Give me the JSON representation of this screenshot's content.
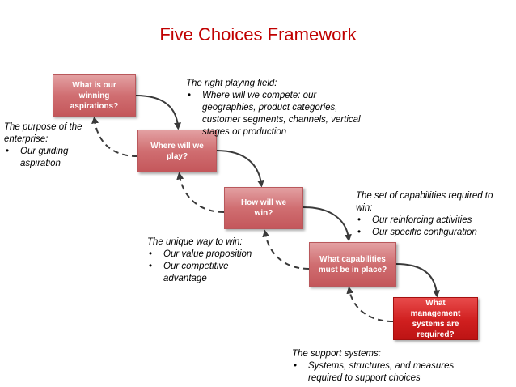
{
  "title": "Five Choices Framework",
  "boxes": {
    "aspirations": "What is our winning aspirations?",
    "where_play": "Where will we play?",
    "how_win": "How will we win?",
    "capabilities": "What capabilities must be in place?",
    "systems": "What management systems are required?"
  },
  "notes": {
    "purpose": {
      "head": "The purpose of the enterprise:",
      "items": [
        "Our guiding aspiration"
      ]
    },
    "playing_field": {
      "head": "The right playing field:",
      "items": [
        "Where will we compete: our geographies, product categories, customer segments, channels, vertical stages or production"
      ]
    },
    "capabilities": {
      "head": "The set of capabilities required to win:",
      "items": [
        "Our reinforcing activities",
        "Our specific configuration"
      ]
    },
    "unique_way": {
      "head": "The unique way  to win:",
      "items": [
        "Our value proposition",
        "Our competitive advantage"
      ]
    },
    "support": {
      "head": "The support systems:",
      "items": [
        "Systems, structures, and measures required to support choices"
      ]
    }
  },
  "colors": {
    "title": "#c00000",
    "box": "#d06e71",
    "box_final": "#d01f1f",
    "arrow": "#3a3a3a"
  }
}
